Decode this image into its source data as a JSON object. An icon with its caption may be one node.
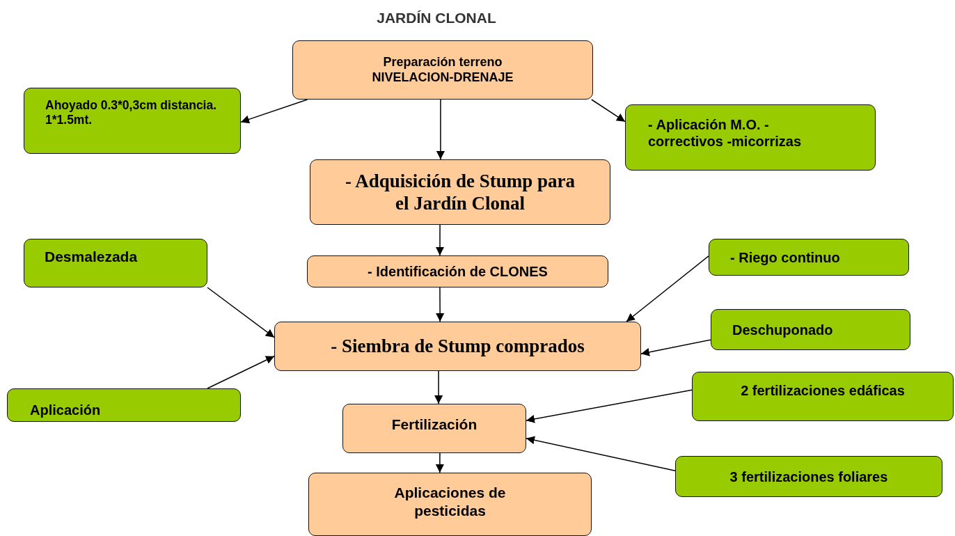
{
  "diagram": {
    "title": "JARDÍN CLONAL",
    "nodes": [
      {
        "text": [
          "Preparación terreno NIVELACION-DRENAJE"
        ]
      },
      {
        "text": [
          "Ahoyado 0.3*0,3cm distancia. 1*1.5mt."
        ]
      },
      {
        "text": [
          "- Aplicación M.O. - correctivos -micorrizas"
        ]
      },
      {
        "text": [
          "- Adquisición de Stump para el Jardín Clonal"
        ]
      },
      {
        "text": [
          "Desmalezada"
        ]
      },
      {
        "text": [
          "- Identificación de CLONES"
        ]
      },
      {
        "text": [
          "- Riego continuo"
        ]
      },
      {
        "text": [
          "- Siembra de Stump comprados"
        ]
      },
      {
        "text": [
          "Deschuponado"
        ]
      },
      {
        "text": [
          "Aplicación"
        ]
      },
      {
        "text": [
          "2 fertilizaciones edáficas"
        ]
      },
      {
        "text": [
          "Fertilización"
        ]
      },
      {
        "text": [
          "3 fertilizaciones foliares"
        ]
      },
      {
        "text": [
          "Aplicaciones de pesticidas"
        ]
      }
    ],
    "edges": [
      {
        "from": 0,
        "to": 1,
        "arrow": "to"
      },
      {
        "from": 0,
        "to": 2,
        "arrow": "to"
      },
      {
        "from": 0,
        "to": 3,
        "arrow": "to"
      },
      {
        "from": 3,
        "to": 5,
        "arrow": "to"
      },
      {
        "from": 5,
        "to": 7,
        "arrow": "to"
      },
      {
        "from": 4,
        "to": 7,
        "arrow": "to"
      },
      {
        "from": 9,
        "to": 7,
        "arrow": "to"
      },
      {
        "from": 6,
        "to": 7,
        "arrow": "to"
      },
      {
        "from": 8,
        "to": 7,
        "arrow": "to"
      },
      {
        "from": 7,
        "to": 11,
        "arrow": "to"
      },
      {
        "from": 10,
        "to": 11,
        "arrow": "to"
      },
      {
        "from": 12,
        "to": 11,
        "arrow": "to"
      },
      {
        "from": 11,
        "to": 13,
        "arrow": "to"
      }
    ]
  }
}
